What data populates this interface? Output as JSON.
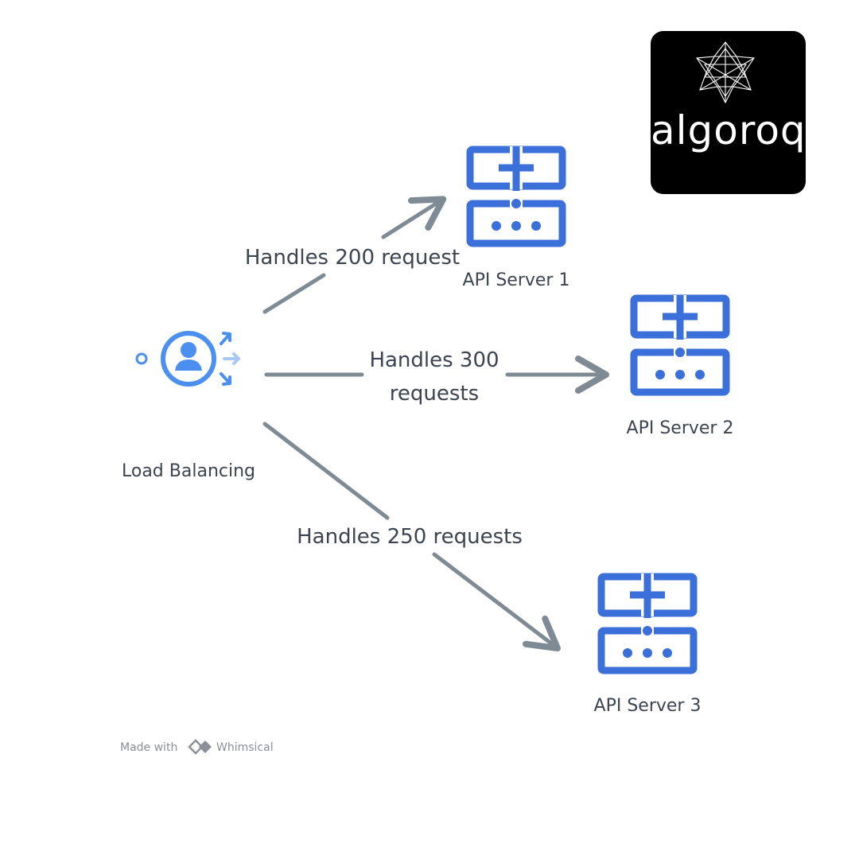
{
  "colors": {
    "server_blue": "#3b6fd9",
    "icon_blue": "#4b8ff0",
    "arrow_gray": "#7f8b94",
    "text_dark": "#3c4450",
    "logo_bg": "#000000"
  },
  "load_balancer": {
    "icon": "load-balancer-user-icon",
    "label": "Load Balancing"
  },
  "edges": [
    {
      "label_lines": [
        "Handles 200 request"
      ],
      "target": "API Server 1"
    },
    {
      "label_lines": [
        "Handles 300",
        "requests"
      ],
      "target": "API Server 2"
    },
    {
      "label_lines": [
        "Handles 250 requests"
      ],
      "target": "API Server 3"
    }
  ],
  "servers": [
    {
      "label": "API Server 1",
      "icon": "server-icon"
    },
    {
      "label": "API Server 2",
      "icon": "server-icon"
    },
    {
      "label": "API Server 3",
      "icon": "server-icon"
    }
  ],
  "footer": {
    "made_with": "Made with",
    "brand": "Whimsical"
  },
  "logo": {
    "word": "algoroq",
    "icon": "star-polyhedron-icon"
  }
}
